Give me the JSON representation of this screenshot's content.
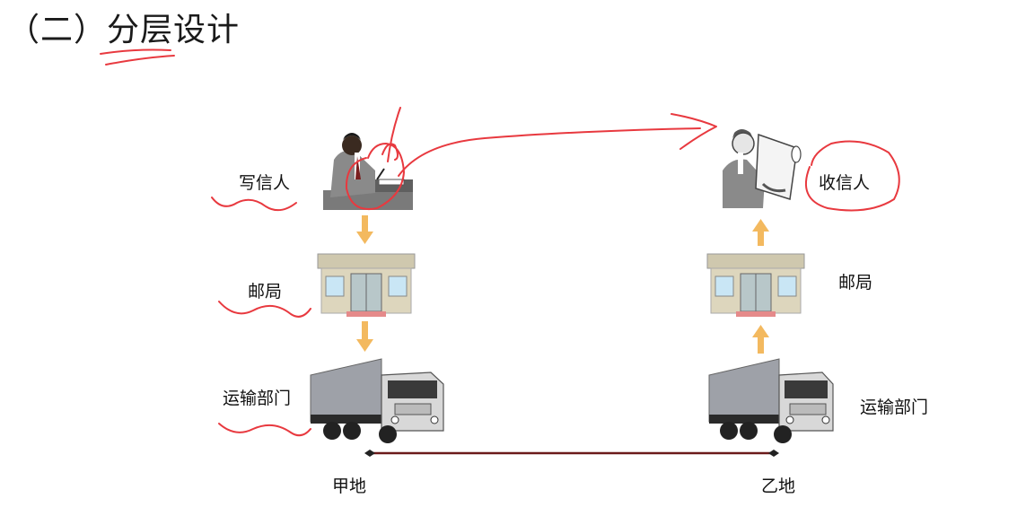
{
  "title": "（二）分层设计",
  "left": {
    "sender": "写信人",
    "post_office": "邮局",
    "transport": "运输部门",
    "place": "甲地"
  },
  "right": {
    "receiver": "收信人",
    "post_office": "邮局",
    "transport": "运输部门",
    "place": "乙地"
  },
  "colors": {
    "arrow": "#f3b95f",
    "annotation": "#e8393f",
    "connector": "#6b1a1a",
    "building": "#ddd6bd",
    "door": "#e58a8a"
  }
}
